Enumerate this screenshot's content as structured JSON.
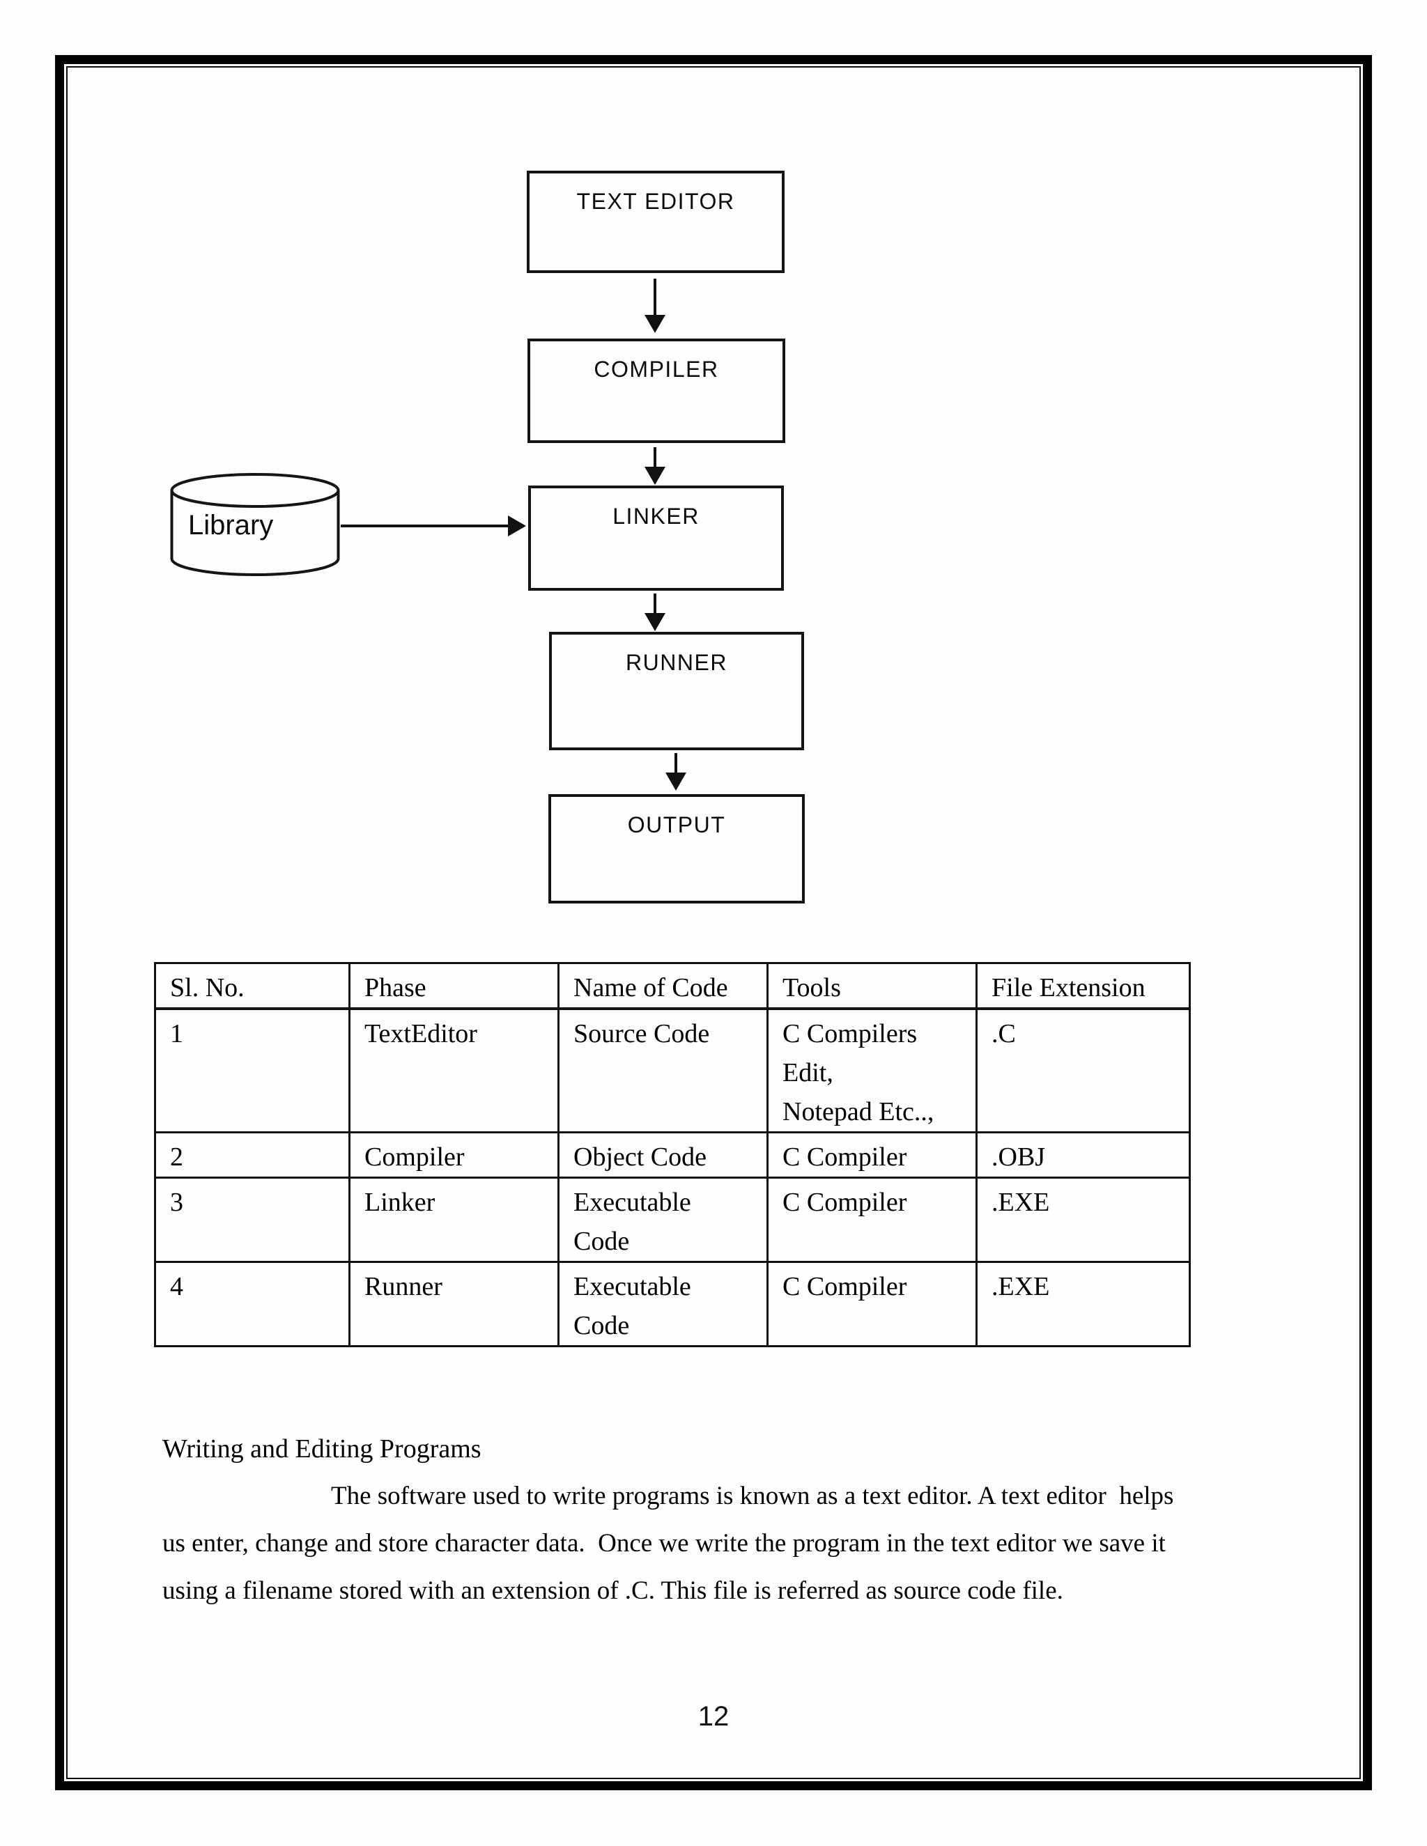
{
  "page": {
    "number": "12"
  },
  "flowchart": {
    "nodes": [
      {
        "label": "TEXT EDITOR"
      },
      {
        "label": "COMPILER"
      },
      {
        "label": "LINKER"
      },
      {
        "label": "RUNNER"
      },
      {
        "label": "OUTPUT"
      }
    ],
    "library_label": "Library"
  },
  "table": {
    "headers": [
      "Sl. No.",
      "Phase",
      "Name of Code",
      "Tools",
      "File Extension"
    ],
    "rows": [
      {
        "no": "1",
        "phase": "TextEditor",
        "code_lines": [
          "Source Code"
        ],
        "tools_lines": [
          "C Compilers",
          "Edit,",
          "Notepad Etc..,"
        ],
        "ext": ".C"
      },
      {
        "no": "2",
        "phase": "Compiler",
        "code_lines": [
          "Object Code"
        ],
        "tools_lines": [
          "C Compiler"
        ],
        "ext": ".OBJ"
      },
      {
        "no": "3",
        "phase": "Linker",
        "code_lines": [
          "Executable",
          "Code"
        ],
        "tools_lines": [
          "C Compiler"
        ],
        "ext": ".EXE"
      },
      {
        "no": "4",
        "phase": "Runner",
        "code_lines": [
          "Executable",
          "Code"
        ],
        "tools_lines": [
          "C Compiler"
        ],
        "ext": ".EXE"
      }
    ]
  },
  "section": {
    "heading": "Writing and Editing Programs",
    "para_lines": [
      "The software used to write programs is known as a text editor. A text editor  helps",
      "us enter, change and store character data.  Once we write the program in the text editor we save it",
      "using a filename stored with an extension of .C. This file is referred as source code file."
    ]
  }
}
